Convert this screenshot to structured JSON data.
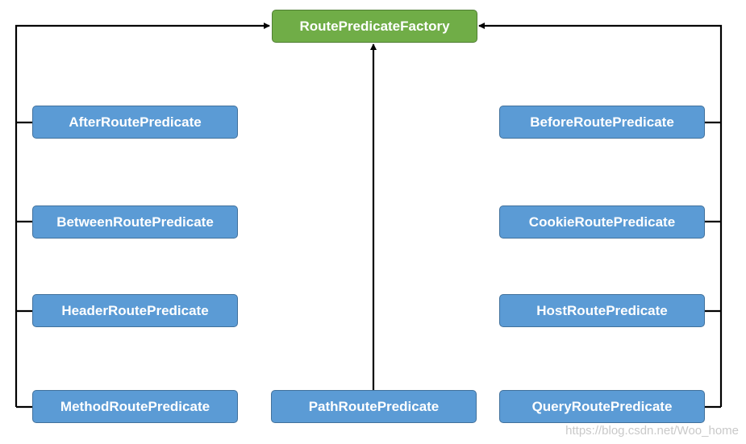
{
  "root": {
    "label": "RoutePredicateFactory",
    "color": "#70ad47"
  },
  "left_nodes": [
    {
      "label": "AfterRoutePredicate"
    },
    {
      "label": "BetweenRoutePredicate"
    },
    {
      "label": "HeaderRoutePredicate"
    },
    {
      "label": "MethodRoutePredicate"
    }
  ],
  "center_nodes": [
    {
      "label": "PathRoutePredicate"
    }
  ],
  "right_nodes": [
    {
      "label": "BeforeRoutePredicate"
    },
    {
      "label": "CookieRoutePredicate"
    },
    {
      "label": "HostRoutePredicate"
    },
    {
      "label": "QueryRoutePredicate"
    }
  ],
  "node_color": "#5b9bd5",
  "watermark": "https://blog.csdn.net/Woo_home"
}
